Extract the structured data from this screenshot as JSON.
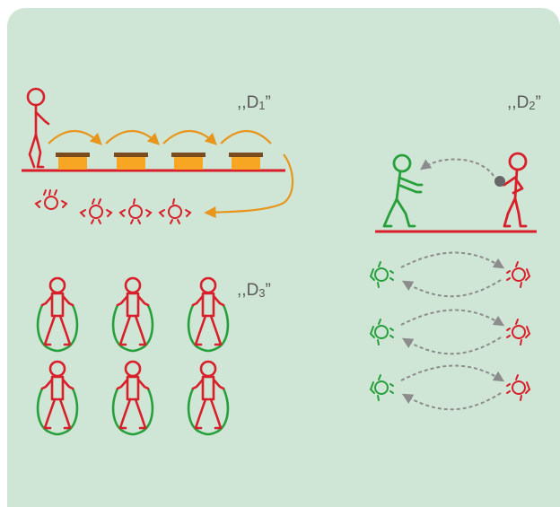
{
  "stations": {
    "d1": {
      "open": ",,",
      "letter": "D",
      "num": "1",
      "close": "”"
    },
    "d2": {
      "open": ",,",
      "letter": "D",
      "num": "2",
      "close": "”"
    },
    "d3": {
      "open": ",,",
      "letter": "D",
      "num": "3",
      "close": "”"
    }
  },
  "colors": {
    "background": "#cfe5d5",
    "red": "#d81f2a",
    "green": "#27a03c",
    "orange": "#e8951c",
    "box": "#f6a623",
    "box_lid": "#7a4b1c",
    "arrow_gray": "#8c8c8c",
    "ball": "#666666"
  },
  "icons": [
    "stick-figure-walking",
    "hurdle-box",
    "jump-arc-arrow",
    "person-top-view",
    "ball",
    "throw-arrow",
    "jump-rope-figure"
  ]
}
